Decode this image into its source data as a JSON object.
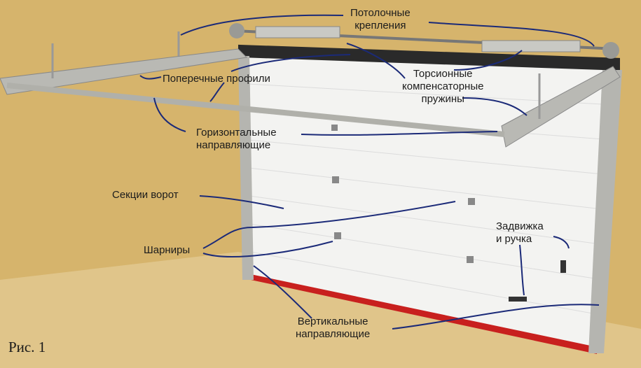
{
  "labels": {
    "ceiling_mounts": [
      "Потолочные",
      "крепления"
    ],
    "cross_profiles": "Поперечные профили",
    "torsion_springs": [
      "Торсионные",
      "компенсаторные",
      "пружины"
    ],
    "horizontal_guides": [
      "Горизонтальные",
      "направляющие"
    ],
    "door_sections": "Секции ворот",
    "hinges": "Шарниры",
    "latch_handle": [
      "Задвижка",
      "и ручка"
    ],
    "vertical_guides": [
      "Вертикальные",
      "направляющие"
    ]
  },
  "caption": "Рис. 1",
  "colors": {
    "wall": "#d6b46c",
    "floor": "#e2c88e",
    "door": "#f4f4f2",
    "seal": "#c8201e",
    "arrow": "#1b2a78"
  }
}
